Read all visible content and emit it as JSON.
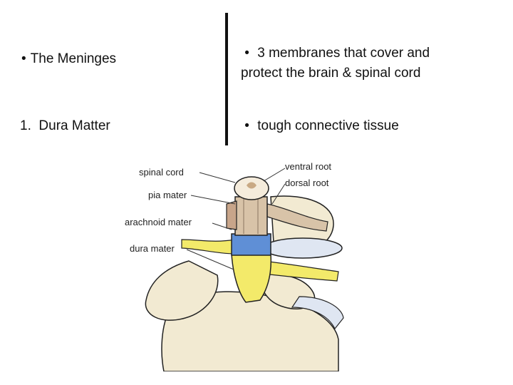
{
  "left": {
    "heading": "The Meninges",
    "item_number": "1.",
    "item_text": "Dura Matter"
  },
  "right": {
    "line1": "3 membranes that cover and",
    "line2": "protect the brain & spinal cord",
    "bullet2": "tough connective tissue"
  },
  "figure": {
    "labels": {
      "spinal_cord": "spinal cord",
      "pia_mater": "pia mater",
      "arachnoid_mater": "arachnoid mater",
      "dura_mater": "dura mater",
      "ventral_root": "ventral root",
      "dorsal_root": "dorsal root"
    },
    "colors": {
      "bone": "#f2ead2",
      "dura": "#f3ea6a",
      "arachnoid": "#5f8fd6",
      "cord": "#d8c3a8",
      "disc": "#dfe6f2"
    }
  }
}
